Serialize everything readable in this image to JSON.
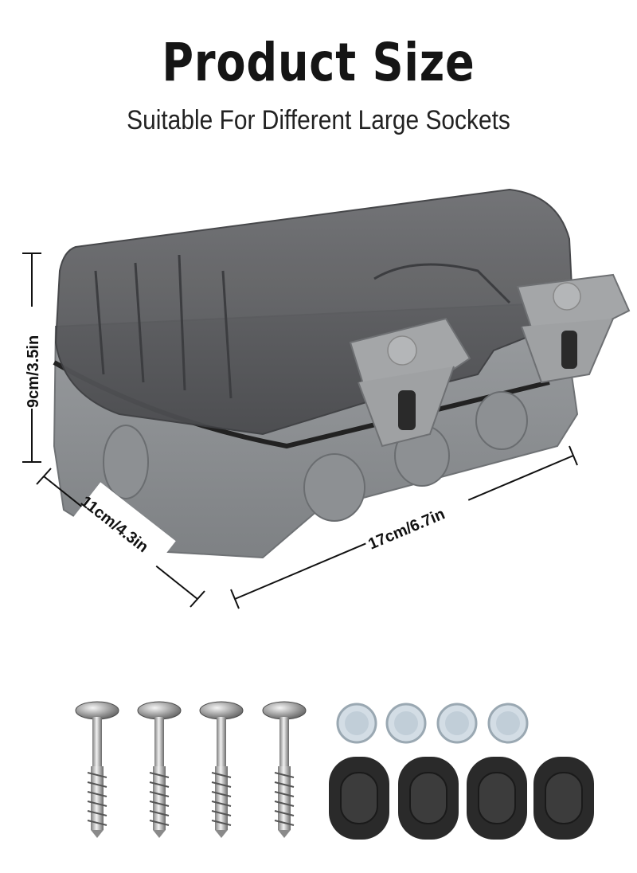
{
  "header": {
    "title": "Product Size",
    "subtitle": "Suitable For Different Large Sockets"
  },
  "dimensions": {
    "height": "9cm/3.5in",
    "depth": "11cm/4.3in",
    "width": "17cm/6.7in"
  },
  "accessories": {
    "screw_count": 4,
    "small_plug_count": 4,
    "gasket_count": 4
  },
  "colors": {
    "background": "#ffffff",
    "box_body": "#8a8d90",
    "lid_smoke": "#5f6063",
    "latch": "#a4a6a8",
    "gasket": "#2b2b2b",
    "plug": "#c7d3dc"
  }
}
